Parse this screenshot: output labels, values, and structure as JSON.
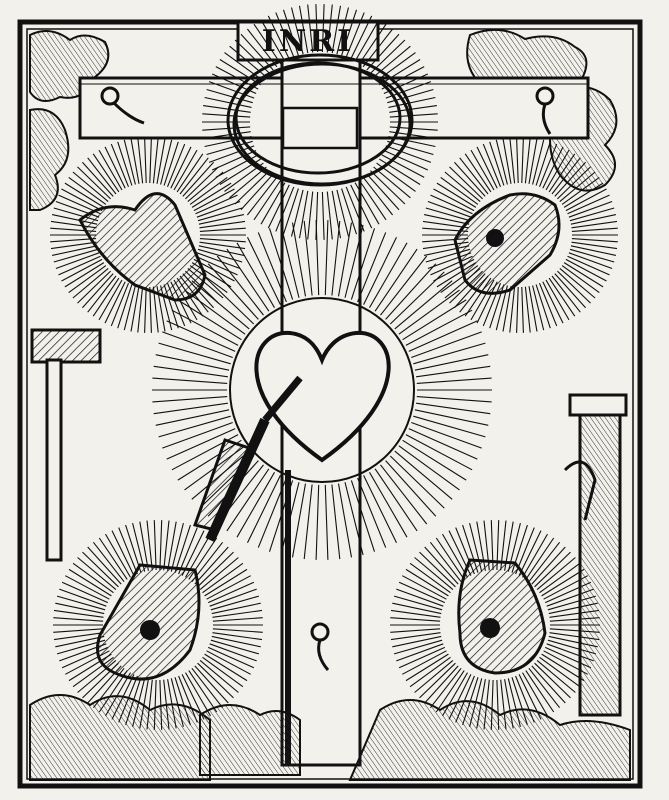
{
  "titulus": {
    "text": "INRI"
  },
  "palette": {
    "ink": "#111111",
    "paper": "#f3f1ec"
  },
  "motifs": {
    "frame": "woodcut-frame",
    "cross": "cross",
    "crown": "crown-of-thorns-icon",
    "heart": "pierced-heart-icon",
    "hands": [
      "left-hand-wound-icon",
      "right-hand-wound-icon"
    ],
    "feet": [
      "left-foot-wound-icon",
      "right-foot-wound-icon"
    ],
    "instruments": [
      "hammer-icon",
      "lance-icon",
      "column-icon",
      "nail-icon"
    ],
    "clouds": "clouds"
  }
}
